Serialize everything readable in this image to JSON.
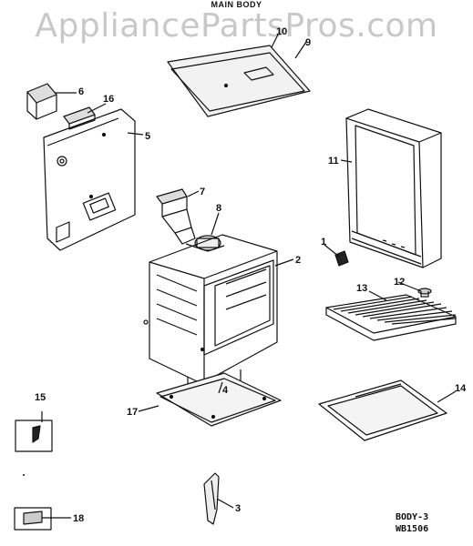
{
  "header": {
    "title": "MAIN BODY"
  },
  "watermark": "AppliancePartsPros.com",
  "callouts": {
    "c1": "1",
    "c2": "2",
    "c3": "3",
    "c4": "4",
    "c5": "5",
    "c6": "6",
    "c7": "7",
    "c8": "8",
    "c9": "9",
    "c10": "10",
    "c11": "11",
    "c12": "12",
    "c13": "13",
    "c14": "14",
    "c15": "15",
    "c16": "16",
    "c17": "17",
    "c18": "18"
  },
  "footer": {
    "page_code": "BODY-3",
    "model_code": "WB1506"
  }
}
